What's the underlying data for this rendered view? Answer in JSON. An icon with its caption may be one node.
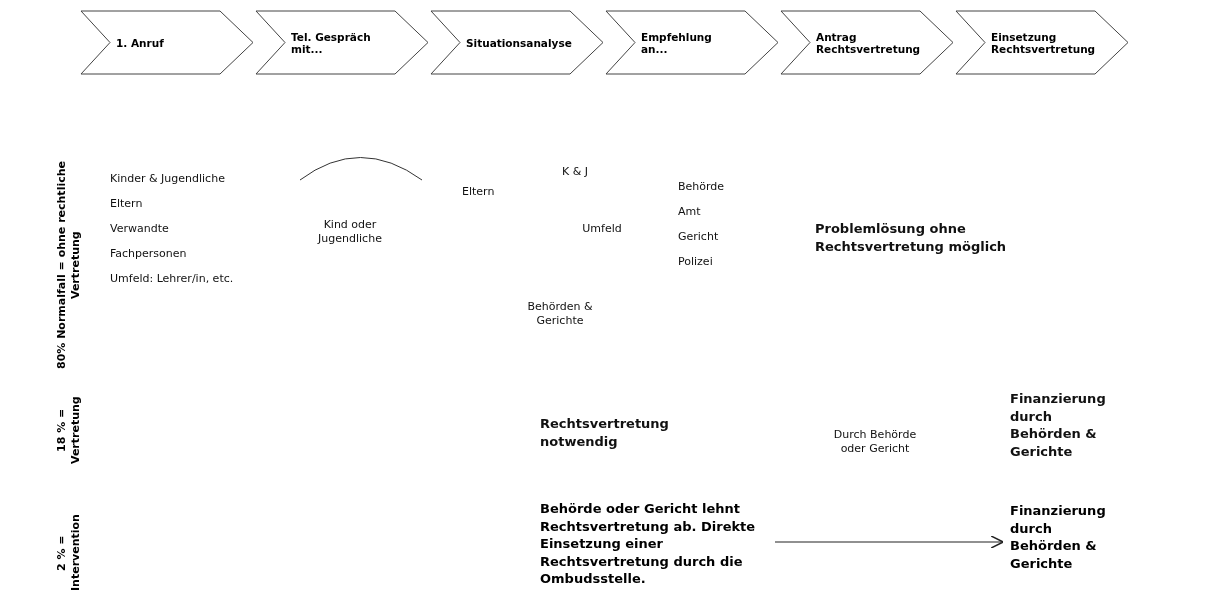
{
  "diagram": {
    "nodes": [
      {
        "text": [
          "1. Anruf"
        ]
      },
      {
        "text": [
          "Tel. Gespräch mit..."
        ]
      },
      {
        "text": [
          "Situationsanalyse"
        ]
      },
      {
        "text": [
          "Empfehlung an..."
        ]
      },
      {
        "text": [
          "Antrag Rechtsvertretung"
        ]
      },
      {
        "text": [
          "Einsetzung Rechtsvertretung"
        ]
      },
      {
        "text": [
          "Behörde oder Gericht lehnt Rechtsvertretung ab. Direkte Einsetzung einer Rechtsvertretung durch die Ombudsstelle."
        ]
      },
      {
        "text": [
          "Finanzierung durch Behörden & Gerichte"
        ]
      }
    ],
    "edges": [
      {
        "from": 6,
        "to": 7,
        "arrow": "to"
      }
    ],
    "labels": [
      "80% Normalfall = ohne rechtliche Vertretung",
      "Kinder & Jugendliche",
      "Eltern",
      "Verwandte",
      "Fachpersonen",
      "Umfeld: Lehrer/in, etc.",
      "Kind oder Jugendliche",
      "K & J",
      "Eltern",
      "Umfeld",
      "Behörden & Gerichte",
      "Behörde",
      "Amt",
      "Gericht",
      "Polizei",
      "Problemlösung ohne Rechtsvertretung möglich",
      "18 % = Vertretung",
      "Rechtsvertretung notwendig",
      "Durch Behörde oder Gericht",
      "Finanzierung durch Behörden & Gerichte",
      "2 % = Intervention"
    ]
  }
}
